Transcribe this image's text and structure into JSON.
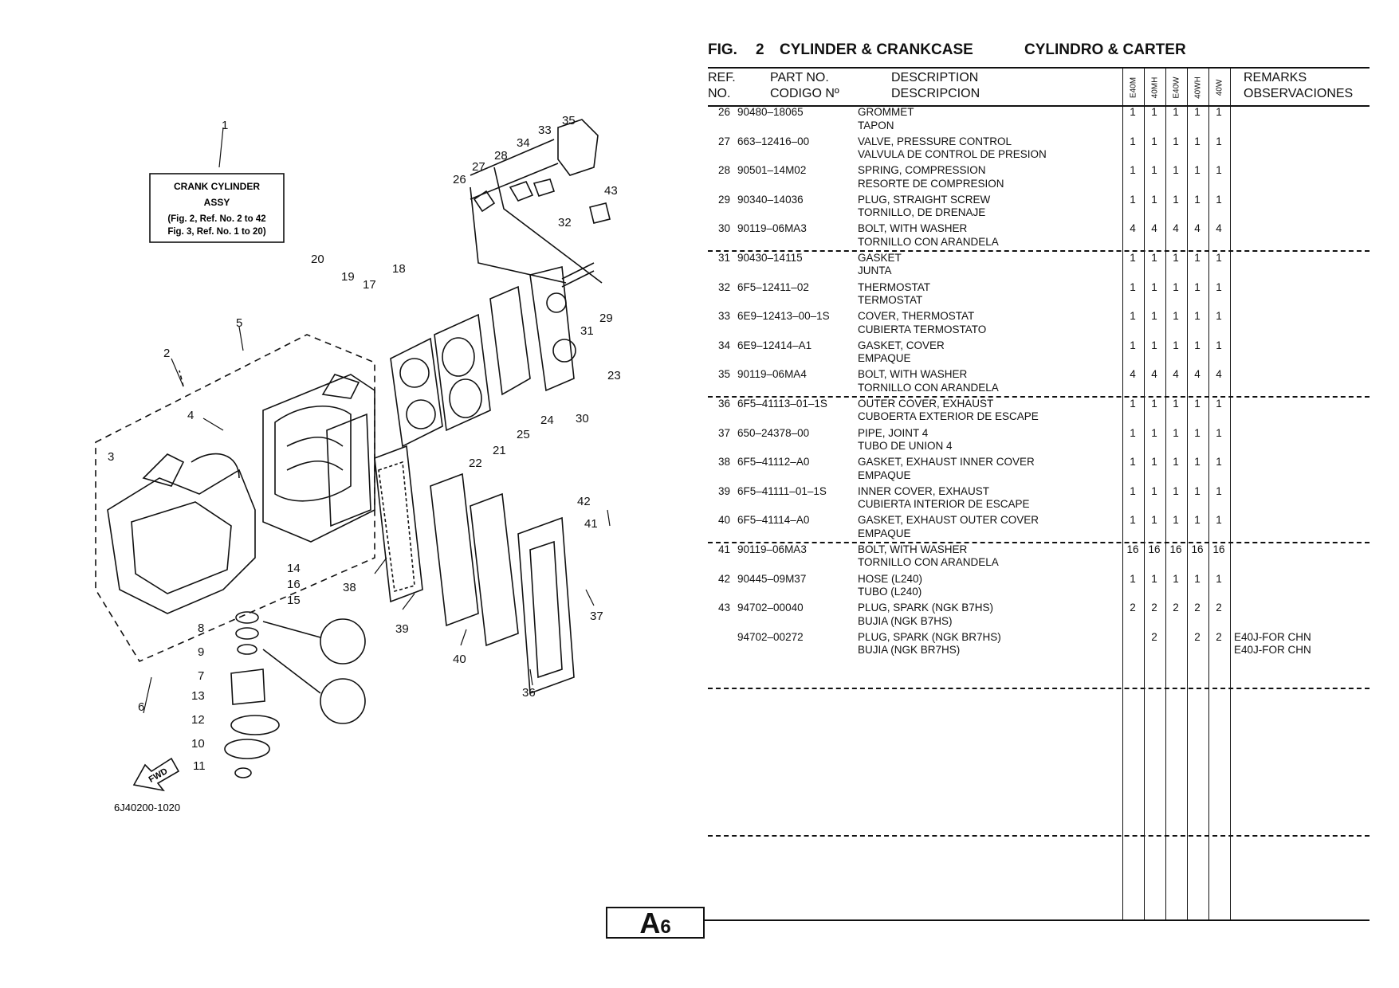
{
  "header": {
    "fig_label": "FIG.",
    "fig_number": "2",
    "title_en": "CYLINDER & CRANKCASE",
    "title_es": "CYLINDRO & CARTER"
  },
  "columns": {
    "ref_en": "REF.",
    "ref_es": "NO.",
    "part_en": "PART NO.",
    "part_es": "CODIGO Nº",
    "desc_en": "DESCRIPTION",
    "desc_es": "DESCRIPCION",
    "models": [
      "E40M",
      "40MH",
      "E40W",
      "40WH",
      "40W"
    ],
    "remarks_en": "REMARKS",
    "remarks_es": "OBSERVACIONES"
  },
  "rows": [
    {
      "ref": "26",
      "part": "90480–18065",
      "desc_en": "GROMMET",
      "desc_es": "TAPON",
      "qty": [
        "1",
        "1",
        "1",
        "1",
        "1"
      ],
      "rem1": "",
      "rem2": ""
    },
    {
      "ref": "27",
      "part": "663–12416–00",
      "desc_en": "VALVE, PRESSURE CONTROL",
      "desc_es": "VALVULA DE CONTROL DE PRESION",
      "qty": [
        "1",
        "1",
        "1",
        "1",
        "1"
      ],
      "rem1": "",
      "rem2": ""
    },
    {
      "ref": "28",
      "part": "90501–14M02",
      "desc_en": "SPRING, COMPRESSION",
      "desc_es": "RESORTE  DE COMPRESION",
      "qty": [
        "1",
        "1",
        "1",
        "1",
        "1"
      ],
      "rem1": "",
      "rem2": ""
    },
    {
      "ref": "29",
      "part": "90340–14036",
      "desc_en": "PLUG, STRAIGHT SCREW",
      "desc_es": "TORNILLO, DE DRENAJE",
      "qty": [
        "1",
        "1",
        "1",
        "1",
        "1"
      ],
      "rem1": "",
      "rem2": ""
    },
    {
      "ref": "30",
      "part": "90119–06MA3",
      "desc_en": "BOLT, WITH WASHER",
      "desc_es": "TORNILLO CON ARANDELA",
      "qty": [
        "4",
        "4",
        "4",
        "4",
        "4"
      ],
      "rem1": "",
      "rem2": ""
    },
    {
      "ref": "31",
      "part": "90430–14115",
      "desc_en": "GASKET",
      "desc_es": "JUNTA",
      "qty": [
        "1",
        "1",
        "1",
        "1",
        "1"
      ],
      "rem1": "",
      "rem2": ""
    },
    {
      "ref": "32",
      "part": "6F5–12411–02",
      "desc_en": "THERMOSTAT",
      "desc_es": "TERMOSTAT",
      "qty": [
        "1",
        "1",
        "1",
        "1",
        "1"
      ],
      "rem1": "",
      "rem2": ""
    },
    {
      "ref": "33",
      "part": "6E9–12413–00–1S",
      "desc_en": "COVER, THERMOSTAT",
      "desc_es": "CUBIERTA  TERMOSTATO",
      "qty": [
        "1",
        "1",
        "1",
        "1",
        "1"
      ],
      "rem1": "",
      "rem2": ""
    },
    {
      "ref": "34",
      "part": "6E9–12414–A1",
      "desc_en": "GASKET, COVER",
      "desc_es": "EMPAQUE",
      "qty": [
        "1",
        "1",
        "1",
        "1",
        "1"
      ],
      "rem1": "",
      "rem2": ""
    },
    {
      "ref": "35",
      "part": "90119–06MA4",
      "desc_en": "BOLT, WITH WASHER",
      "desc_es": "TORNILLO CON ARANDELA",
      "qty": [
        "4",
        "4",
        "4",
        "4",
        "4"
      ],
      "rem1": "",
      "rem2": ""
    },
    {
      "ref": "36",
      "part": "6F5–41113–01–1S",
      "desc_en": "OUTER COVER, EXHAUST",
      "desc_es": "CUBOERTA EXTERIOR DE ESCAPE",
      "qty": [
        "1",
        "1",
        "1",
        "1",
        "1"
      ],
      "rem1": "",
      "rem2": ""
    },
    {
      "ref": "37",
      "part": "650–24378–00",
      "desc_en": "PIPE, JOINT 4",
      "desc_es": "TUBO DE UNION 4",
      "qty": [
        "1",
        "1",
        "1",
        "1",
        "1"
      ],
      "rem1": "",
      "rem2": ""
    },
    {
      "ref": "38",
      "part": "6F5–41112–A0",
      "desc_en": "GASKET, EXHAUST INNER COVER",
      "desc_es": "EMPAQUE",
      "qty": [
        "1",
        "1",
        "1",
        "1",
        "1"
      ],
      "rem1": "",
      "rem2": ""
    },
    {
      "ref": "39",
      "part": "6F5–41111–01–1S",
      "desc_en": "INNER COVER, EXHAUST",
      "desc_es": "CUBIERTA INTERIOR DE ESCAPE",
      "qty": [
        "1",
        "1",
        "1",
        "1",
        "1"
      ],
      "rem1": "",
      "rem2": ""
    },
    {
      "ref": "40",
      "part": "6F5–41114–A0",
      "desc_en": "GASKET, EXHAUST OUTER COVER",
      "desc_es": "EMPAQUE",
      "qty": [
        "1",
        "1",
        "1",
        "1",
        "1"
      ],
      "rem1": "",
      "rem2": ""
    },
    {
      "ref": "41",
      "part": "90119–06MA3",
      "desc_en": "BOLT, WITH WASHER",
      "desc_es": "TORNILLO CON ARANDELA",
      "qty": [
        "16",
        "16",
        "16",
        "16",
        "16"
      ],
      "rem1": "",
      "rem2": ""
    },
    {
      "ref": "42",
      "part": "90445–09M37",
      "desc_en": "HOSE (L240)",
      "desc_es": "TUBO (L240)",
      "qty": [
        "1",
        "1",
        "1",
        "1",
        "1"
      ],
      "rem1": "",
      "rem2": ""
    },
    {
      "ref": "43",
      "part": "94702–00040",
      "desc_en": "PLUG, SPARK (NGK B7HS)",
      "desc_es": "BUJIA (NGK B7HS)",
      "qty": [
        "2",
        "2",
        "2",
        "2",
        "2"
      ],
      "rem1": "",
      "rem2": ""
    },
    {
      "ref": "",
      "part": "94702–00272",
      "desc_en": "PLUG, SPARK (NGK BR7HS)",
      "desc_es": "BUJIA (NGK BR7HS)",
      "qty": [
        "",
        "2",
        "",
        "2",
        "2"
      ],
      "rem1": "E40J-FOR CHN",
      "rem2": "E40J-FOR CHN"
    }
  ],
  "diagram": {
    "label_box": [
      "CRANK CYLINDER",
      "ASSY",
      "(Fig. 2, Ref. No. 2 to 42",
      "Fig. 3, Ref. No. 1 to 20)"
    ],
    "callouts": [
      "1",
      "2",
      "3",
      "4",
      "5",
      "6",
      "7",
      "8",
      "9",
      "10",
      "11",
      "12",
      "13",
      "14",
      "15",
      "16",
      "17",
      "18",
      "19",
      "20",
      "21",
      "22",
      "23",
      "24",
      "25",
      "26",
      "27",
      "28",
      "29",
      "30",
      "31",
      "32",
      "33",
      "34",
      "35",
      "36",
      "37",
      "38",
      "39",
      "40",
      "41",
      "42",
      "43"
    ],
    "fwd_label": "FWD",
    "drawing_code": "6J40200-1020"
  },
  "page_badge": {
    "letter": "A",
    "number": "6"
  }
}
